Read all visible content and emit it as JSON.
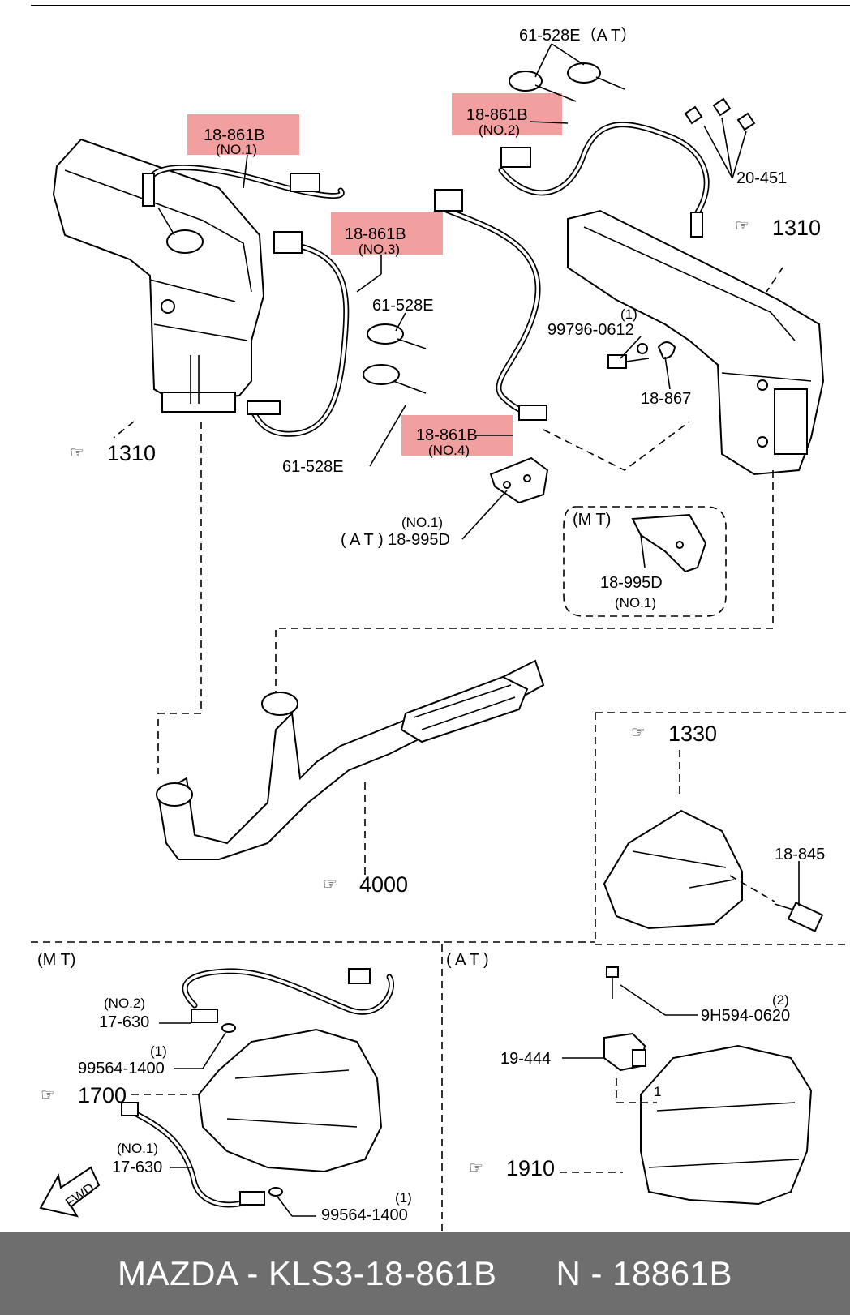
{
  "callouts": {
    "o2_no1": {
      "part": "18-861B",
      "note": "(NO.1)"
    },
    "o2_no2": {
      "part": "18-861B",
      "note": "(NO.2)"
    },
    "o2_no3": {
      "part": "18-861B",
      "note": "(NO.3)"
    },
    "o2_no4": {
      "part": "18-861B",
      "note": "(NO.4)"
    },
    "clip_at": "61-528E（A T）",
    "clip_e": "61-528E",
    "clip_e2": "61-528E",
    "clip_451": "20-451",
    "bolt_qty": "(1)",
    "bolt": "99796-0612",
    "washer_867": "18-867",
    "bracket_at_no": "(NO.1)",
    "bracket_at": "( A T ) 18-995D",
    "bracket_mt_group": "(M T)",
    "bracket_mt": "18-995D",
    "bracket_mt_no": "(NO.1)",
    "sensor_845": "18-845",
    "mt_section": "(M T)",
    "at_section": "( A T )",
    "mt_no2": "(NO.2)",
    "mt_17_630_a": "17-630",
    "mt_qty_a": "(1)",
    "mt_99564_a": "99564-1400",
    "mt_no1": "(NO.1)",
    "mt_17_630_b": "17-630",
    "mt_qty_b": "(1)",
    "mt_99564_b": "99564-1400",
    "at_qty": "(2)",
    "at_9h594": "9H594-0620",
    "at_19_444": "19-444",
    "at_small": "1"
  },
  "refs": {
    "r1310_left": "1310",
    "r1310_right": "1310",
    "r4000": "4000",
    "r1330": "1330",
    "r1700": "1700",
    "r1910": "1910"
  },
  "fwd": "FWD",
  "footer": {
    "brand_part": "MAZDA - KLS3-18-861B",
    "n_part": "N - 18861B"
  },
  "colors": {
    "highlight": "#ef8a8a",
    "footer_bg": "#6e6e6e"
  }
}
